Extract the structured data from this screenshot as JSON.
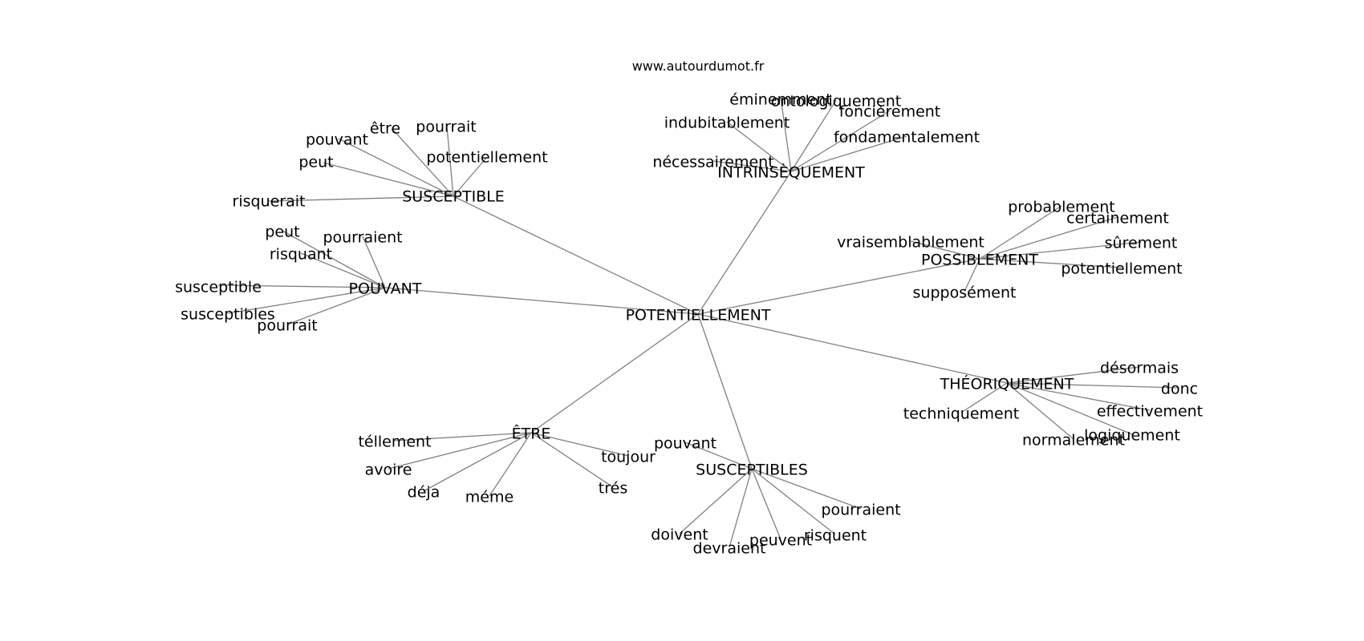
{
  "source": "www.autourdumot.fr",
  "edge_color": "#808080",
  "text_color": "#000000",
  "background": "#ffffff",
  "nodes": [
    {
      "id": "n0",
      "label": "POTENTIELLEMENT"
    },
    {
      "id": "n1",
      "label": "SUSCEPTIBLE"
    },
    {
      "id": "n2",
      "label": "pouvant"
    },
    {
      "id": "n3",
      "label": "être"
    },
    {
      "id": "n4",
      "label": "pourrait"
    },
    {
      "id": "n5",
      "label": "peut"
    },
    {
      "id": "n6",
      "label": "potentiellement"
    },
    {
      "id": "n7",
      "label": "risquerait"
    },
    {
      "id": "n8",
      "label": "INTRINSÈQUEMENT"
    },
    {
      "id": "n9",
      "label": "éminemment"
    },
    {
      "id": "n10",
      "label": "ontologiquement"
    },
    {
      "id": "n11",
      "label": "foncièrement"
    },
    {
      "id": "n12",
      "label": "indubitablement"
    },
    {
      "id": "n13",
      "label": "fondamentalement"
    },
    {
      "id": "n14",
      "label": "nécessairement"
    },
    {
      "id": "n15",
      "label": "POUVANT"
    },
    {
      "id": "n16",
      "label": "peut"
    },
    {
      "id": "n17",
      "label": "pourraient"
    },
    {
      "id": "n18",
      "label": "risquant"
    },
    {
      "id": "n19",
      "label": "susceptible"
    },
    {
      "id": "n20",
      "label": "susceptibles"
    },
    {
      "id": "n21",
      "label": "pourrait"
    },
    {
      "id": "n22",
      "label": "POSSIBLEMENT"
    },
    {
      "id": "n23",
      "label": "probablement"
    },
    {
      "id": "n24",
      "label": "certainement"
    },
    {
      "id": "n25",
      "label": "vraisemblablement"
    },
    {
      "id": "n26",
      "label": "sûrement"
    },
    {
      "id": "n27",
      "label": "potentiellement"
    },
    {
      "id": "n28",
      "label": "supposément"
    },
    {
      "id": "n29",
      "label": "THÉORIQUEMENT"
    },
    {
      "id": "n30",
      "label": "désormais"
    },
    {
      "id": "n31",
      "label": "donc"
    },
    {
      "id": "n32",
      "label": "techniquement"
    },
    {
      "id": "n33",
      "label": "effectivement"
    },
    {
      "id": "n34",
      "label": "logiquement"
    },
    {
      "id": "n35",
      "label": "normalement"
    },
    {
      "id": "n36",
      "label": "ÊTRE"
    },
    {
      "id": "n37",
      "label": "téllement"
    },
    {
      "id": "n38",
      "label": "avoire"
    },
    {
      "id": "n39",
      "label": "déja"
    },
    {
      "id": "n40",
      "label": "méme"
    },
    {
      "id": "n41",
      "label": "toujour"
    },
    {
      "id": "n42",
      "label": "trés"
    },
    {
      "id": "n43",
      "label": "SUSCEPTIBLES"
    },
    {
      "id": "n44",
      "label": "pouvant"
    },
    {
      "id": "n45",
      "label": "pourraient"
    },
    {
      "id": "n46",
      "label": "doivent"
    },
    {
      "id": "n47",
      "label": "devraient"
    },
    {
      "id": "n48",
      "label": "peuvent"
    },
    {
      "id": "n49",
      "label": "risquent"
    }
  ],
  "edges": [
    [
      "n0",
      "n1"
    ],
    [
      "n0",
      "n8"
    ],
    [
      "n0",
      "n15"
    ],
    [
      "n0",
      "n22"
    ],
    [
      "n0",
      "n29"
    ],
    [
      "n0",
      "n36"
    ],
    [
      "n0",
      "n43"
    ],
    [
      "n1",
      "n2"
    ],
    [
      "n1",
      "n3"
    ],
    [
      "n1",
      "n4"
    ],
    [
      "n1",
      "n5"
    ],
    [
      "n1",
      "n6"
    ],
    [
      "n1",
      "n7"
    ],
    [
      "n8",
      "n9"
    ],
    [
      "n8",
      "n10"
    ],
    [
      "n8",
      "n11"
    ],
    [
      "n8",
      "n12"
    ],
    [
      "n8",
      "n13"
    ],
    [
      "n8",
      "n14"
    ],
    [
      "n15",
      "n16"
    ],
    [
      "n15",
      "n17"
    ],
    [
      "n15",
      "n18"
    ],
    [
      "n15",
      "n19"
    ],
    [
      "n15",
      "n20"
    ],
    [
      "n15",
      "n21"
    ],
    [
      "n22",
      "n23"
    ],
    [
      "n22",
      "n24"
    ],
    [
      "n22",
      "n25"
    ],
    [
      "n22",
      "n26"
    ],
    [
      "n22",
      "n27"
    ],
    [
      "n22",
      "n28"
    ],
    [
      "n29",
      "n30"
    ],
    [
      "n29",
      "n31"
    ],
    [
      "n29",
      "n32"
    ],
    [
      "n29",
      "n33"
    ],
    [
      "n29",
      "n34"
    ],
    [
      "n29",
      "n35"
    ],
    [
      "n36",
      "n37"
    ],
    [
      "n36",
      "n38"
    ],
    [
      "n36",
      "n39"
    ],
    [
      "n36",
      "n40"
    ],
    [
      "n36",
      "n41"
    ],
    [
      "n36",
      "n42"
    ],
    [
      "n43",
      "n44"
    ],
    [
      "n43",
      "n45"
    ],
    [
      "n43",
      "n46"
    ],
    [
      "n43",
      "n47"
    ],
    [
      "n43",
      "n48"
    ],
    [
      "n43",
      "n49"
    ]
  ]
}
